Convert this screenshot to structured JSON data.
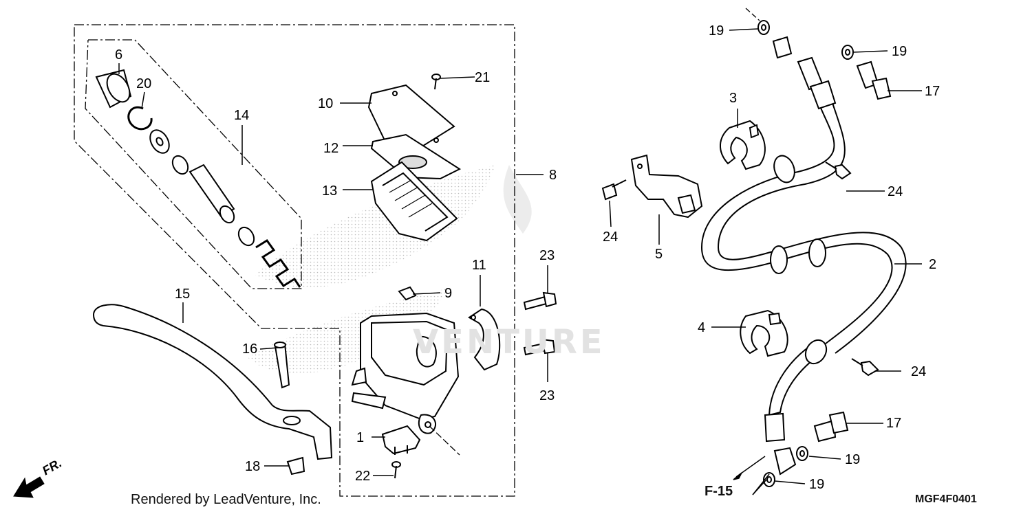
{
  "diagram": {
    "drawing_code": "MGF4F0401",
    "credit": "Rendered by LeadVenture, Inc.",
    "direction_label": "FR.",
    "figure_reference": "F-15",
    "watermark": "VENTURE"
  },
  "callouts": {
    "c1": "1",
    "c2": "2",
    "c3": "3",
    "c4": "4",
    "c5": "5",
    "c6": "6",
    "c8": "8",
    "c9": "9",
    "c10": "10",
    "c11": "11",
    "c12": "12",
    "c13": "13",
    "c14": "14",
    "c15": "15",
    "c16": "16",
    "c17a": "17",
    "c17b": "17",
    "c18": "18",
    "c19a": "19",
    "c19b": "19",
    "c19c": "19",
    "c19d": "19",
    "c20": "20",
    "c21": "21",
    "c22": "22",
    "c23a": "23",
    "c23b": "23",
    "c24a": "24",
    "c24b": "24",
    "c24c": "24"
  }
}
